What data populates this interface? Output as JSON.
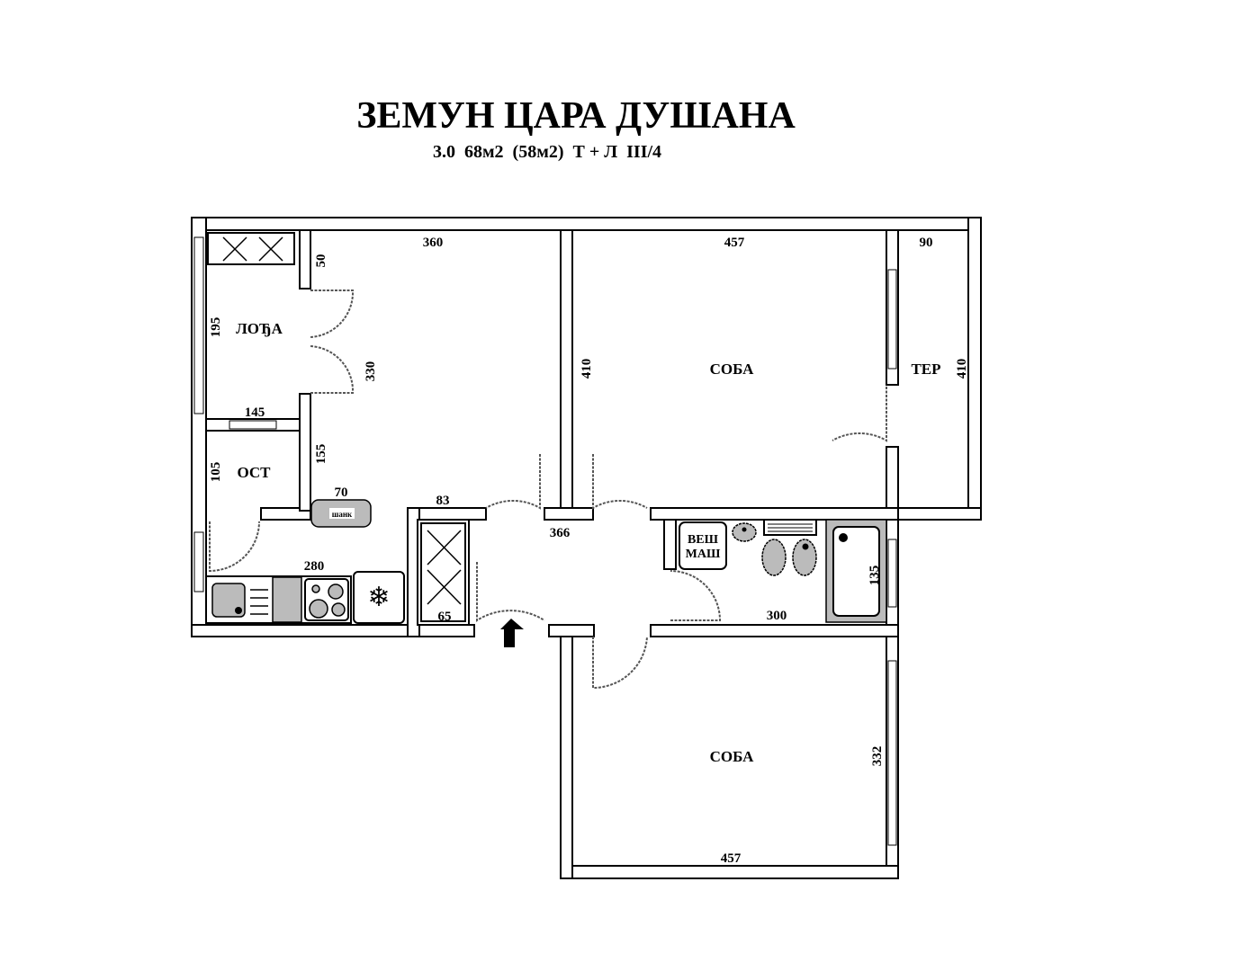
{
  "title": "ЗЕМУН ЦАРА ДУШАНА",
  "subtitle": "3.0  68м2  (58м2)  Т + Л  III/4",
  "rooms": {
    "loggia": "ЛОЂА",
    "storage": "ОСТ",
    "bedroom_top": "СОБА",
    "terrace": "ТЕР",
    "bedroom_bottom": "СОБА",
    "washer_line1": "ВЕШ",
    "washer_line2": "МАШ",
    "bar": "шанк"
  },
  "dimensions": {
    "living_width": "360",
    "bedroom_top_width": "457",
    "terrace_width": "90",
    "living_niche": "50",
    "loggia_height": "195",
    "living_depth": "330",
    "bedroom_top_depth": "410",
    "terrace_depth": "410",
    "loggia_width": "145",
    "kitchen_depth": "155",
    "storage_height": "105",
    "bar_width": "70",
    "hall_wall": "83",
    "hall_width": "366",
    "kitchen_width": "280",
    "closet_width": "65",
    "bathroom_width": "300",
    "bathroom_depth": "135",
    "bedroom_bottom_depth": "332",
    "bedroom_bottom_width": "457"
  },
  "colors": {
    "wall": "#000000",
    "fixture_gray": "#bbbbbb",
    "background": "#ffffff"
  }
}
